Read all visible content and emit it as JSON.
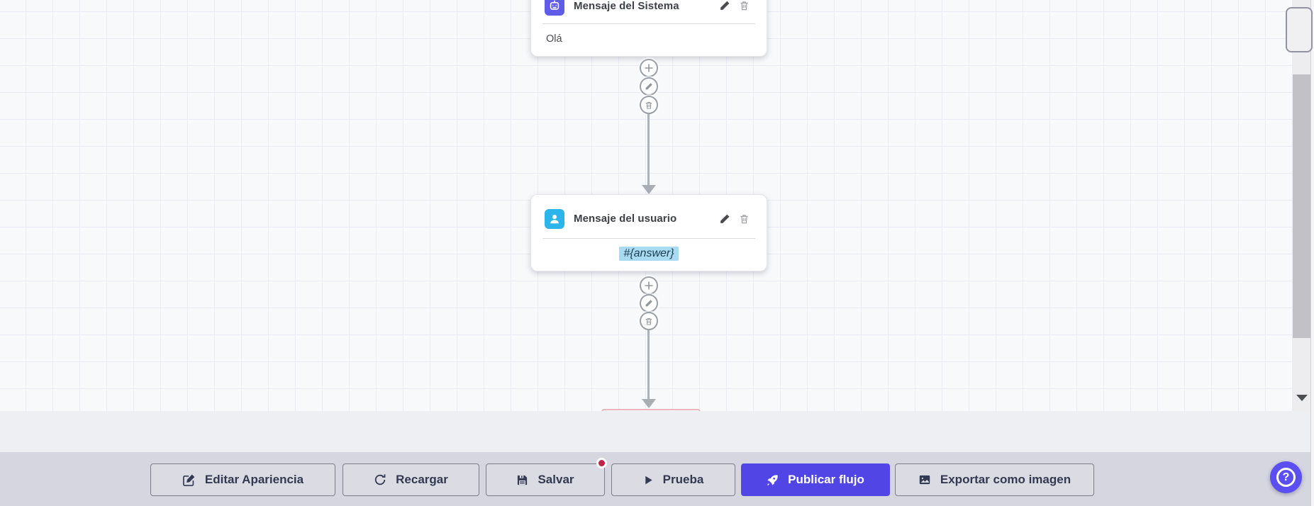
{
  "canvas": {
    "nodes": [
      {
        "id": "system-message",
        "icon": "robot-icon",
        "icon_color": "#5f5ce8",
        "title": "Mensaje del Sistema",
        "body": "Olá"
      },
      {
        "id": "user-message",
        "icon": "user-icon",
        "icon_color": "#2bb5ea",
        "title": "Mensaje del usuario",
        "body": "#{answer}",
        "body_highlight": "#a8daf1"
      }
    ],
    "connector_actions": [
      "add-step",
      "edit-connection",
      "delete-connection"
    ]
  },
  "toolbar": {
    "buttons": [
      {
        "label": "Editar Apariencia",
        "icon": "edit-appearance-icon"
      },
      {
        "label": "Recargar",
        "icon": "refresh-icon"
      },
      {
        "label": "Salvar",
        "icon": "save-icon",
        "has_badge": true
      },
      {
        "label": "Prueba",
        "icon": "play-icon"
      },
      {
        "label": "Publicar flujo",
        "icon": "rocket-icon",
        "primary": true
      },
      {
        "label": "Exportar como imagen",
        "icon": "image-icon"
      }
    ],
    "badge_color": "#bd2346"
  },
  "help": {
    "label": "?"
  },
  "colors": {
    "accent": "#5146e5",
    "system_icon": "#5f5ce8",
    "user_icon": "#2bb5ea",
    "highlight": "#a8daf1",
    "badge": "#bd2346",
    "toolbar_bg": "#d5d6e0"
  }
}
